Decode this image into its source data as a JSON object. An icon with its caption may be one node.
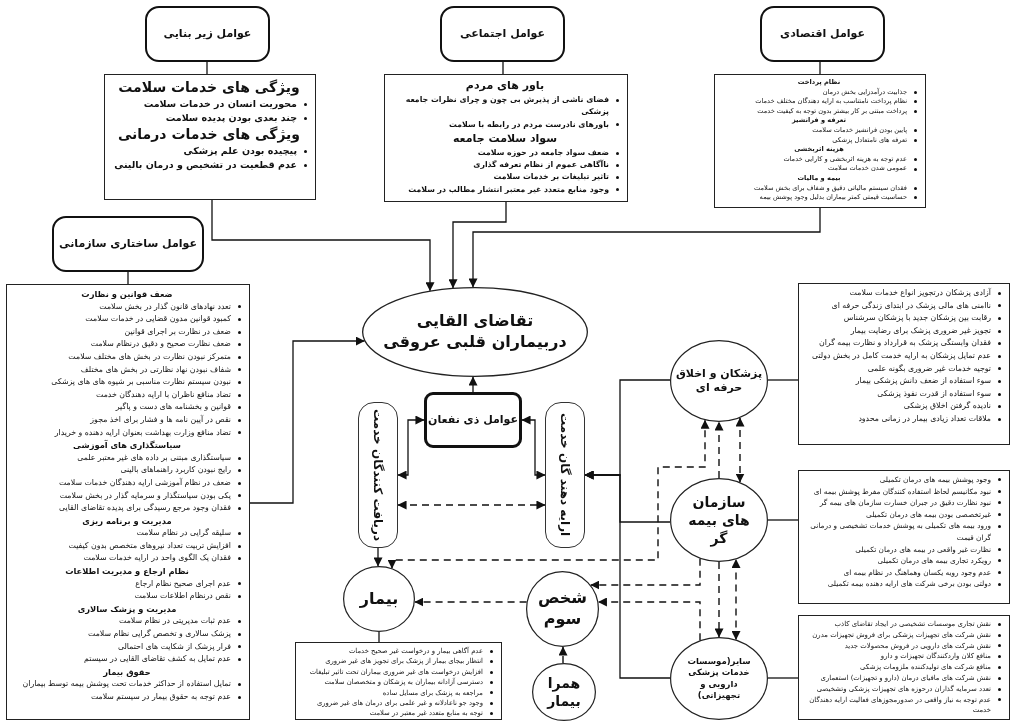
{
  "diagram": {
    "nodes": [
      {
        "text": [
          "عوامل زیر بنایی"
        ]
      },
      {
        "text": [
          "ویژگی های خدمات سلامت",
          "محوریت انسان در خدمات سلامت",
          "چند بعدی بودن پدیده سلامت",
          "ویژگی های خدمات درمانی",
          "پیچیده بودن علم پزشکی",
          "عدم قطعیت در تشخیص و درمان بالینی"
        ]
      },
      {
        "text": [
          "عوامل اجتماعی"
        ]
      },
      {
        "text": [
          "باور های مردم",
          "فضای ناشی از پذیرش بی چون و چرای نظرات جامعه پزشکی",
          "باورهای نادرست مردم در رابطه با سلامت",
          "سواد سلامت جامعه",
          "ضعف سواد جامعه در حوزه سلامت",
          "ناآگاهی عموم از نظام تعرفه گذاری",
          "تاثیر تبلیغات بر خدمات سلامت",
          "وجود منابع متعدد غیر معتبر انتشار مطالب در سلامت"
        ]
      },
      {
        "text": [
          "عوامل اقتصادی"
        ]
      },
      {
        "text": [
          "نظام پرداخت",
          "جذابیت درآمدزایی بخش درمان",
          "نظام پرداخت نامتناسب به ارایه دهندگان مختلف خدمات",
          "پرداخت مبتنی بر کار بیشتر بدون توجه به کیفیت خدمت",
          "تعرفه و فرانشیز",
          "پایین بودن فرانشیز خدمات سلامت",
          "تعرفه های نامتعادل پزشکی",
          "هزینه اثربخشی",
          "عدم توجه به هزینه اثربخشی و کارایی خدمات",
          "عمومی شدن خدمات سلامت",
          "بیمه و مالیات",
          "فقدان سیستم مالیاتی دقیق و شفاف برای بخش سلامت",
          "حساسیت قیمتی کمتر بیماران بدلیل وجود پوشش بیمه"
        ]
      },
      {
        "text": [
          "عوامل ساختاری سازمانی"
        ]
      },
      {
        "text": [
          "ضعف قوانین و نظارت",
          "تعدد نهادهای قانون گذار در بخش سلامت",
          "کمبود قوانین مدون قضایی در خدمات سلامت",
          "ضعف در نظارت بر اجرای قوانین",
          "ضعف نظارت صحیح و دقیق درنظام سلامت",
          "متمرکز نبودن نظارت در بخش های مختلف سلامت",
          "شفاف نبودن نهاد نظارتی در بخش های مختلف",
          "نبودن سیستم نظارت مناسبی بر شیوه های های پزشکی",
          "تضاد منافع ناظران با ارایه دهندگان خدمت",
          "قوانین و بخشنامه های دست و پاگیر",
          "نقص در آیین نامه ها و فشار برای اخذ مجوز",
          "تضاد منافع وزارت بهداشت بعنوان ارایه دهنده و خریدار",
          "سیاستگذاری های آموزشی",
          "سیاستگذاری مبتنی بر داده های غیر معتبر علمی",
          "رایج نبودن کاربرد راهنماهای بالینی",
          "ضعف در نظام آموزشی ارایه دهندگان خدمات سلامت",
          "یکی بودن سیاستگذار و سرمایه گذار در بخش سلامت",
          "فقدان وجود مرجع رسیدگی برای پدیده تقاضای القایی",
          "مدیریت و برنامه ریزی",
          "سلیقه گرایی در نظام سلامت",
          "افزایش تربیت تعداد نیروهای متخصص بدون کیفیت",
          "فقدان یک الگوی واحد در ارایه خدمات سلامت",
          "نظام ارجاع و مدیریت اطلاعات",
          "عدم اجرای صحیح نظام ارجاع",
          "نقص درنظام اطلاعات سلامت",
          "مدیریت و پزشک سالاری",
          "عدم ثبات مدیریتی در نظام سلامت",
          "پزشک سالاری و تخصص گرایی نظام سلامت",
          "فرار پزشک از شکایت های احتمالی",
          "عدم تمایل به کشف تقاضای القایی در سیستم",
          "حقوق بیمار",
          "تمایل استفاده از حداکثر خدمات تحت پوشش بیمه توسط بیماران",
          "عدم توجه به حقوق بیمار در سیستم سلامت"
        ]
      },
      {
        "text": [
          "تقاضای القایی دربیماران قلبی عروقی"
        ]
      },
      {
        "text": [
          "عوامل ذی نفعان"
        ]
      },
      {
        "text": [
          "دریافت کنندگان خدمت"
        ]
      },
      {
        "text": [
          "ارایه دهند گان خدمت"
        ]
      },
      {
        "text": [
          "پزشکان و اخلاق حرفه ای"
        ]
      },
      {
        "text": [
          "آزادی پزشکان درتجویز انواع خدمات سلامت",
          "ناامنی های مالی پزشک در ابتدای زندگی حرفه ای",
          "رقابت بین پزشکان جدید با پزشکان سرشناس",
          "تجویز غیر ضروری پزشک برای رضایت بیمار",
          "فقدان وابستگی پزشک به قرارداد و نظارت بیمه گران",
          "عدم تمایل پزشکان به ارایه خدمت کامل در بخش دولتی",
          "توجیه خدمات غیر ضروری بگونه علمی",
          "سوء استفاده از ضعف دانش پزشکی بیمار",
          "سوء استفاده از قدرت نفوذ پزشکی",
          "نادیده گرفتن اخلاق پزشکی",
          "ملاقات تعداد زیادی بیمار در زمانی محدود"
        ]
      },
      {
        "text": [
          "سازمان های بیمه گر"
        ]
      },
      {
        "text": [
          "وجود پوشش بیمه های درمان تکمیلی",
          "نبود مکانیسم لحاظ استفاده کنندگان مفرط پوشش بیمه ای",
          "نبود نظارت دقیق در جبران خسارت سازمان های بیمه گر",
          "غیرتخصصی بودن بیمه های درمان تکمیلی",
          "ورود بیمه های تکمیلی به پوشش خدمات تشخیصی و درمانی گران قیمت",
          "نظارت غیر واقعی در بیمه های درمان تکمیلی",
          "رویکرد تجاری بیمه های درمان تکمیلی",
          "عدم وجود رویه یکسان وهماهنگ در نظام بیمه ای",
          "دولتی بودن برخی شرکت های ارایه دهنده بیمه تکمیلی"
        ]
      },
      {
        "text": [
          "سایر(موسسات خدمات پزشکی دارویی و تجهیزاتی)"
        ]
      },
      {
        "text": [
          "نقش تجاری موسسات تشخیصی در ایجاد تقاضای کاذب",
          "نقش شرکت های تجهیزات پزشکی برای فروش تجهیزات مدرن",
          "نقش شرکت های دارویی در فروش محصولات جدید",
          "منافع کلان واردکنندگان تجهیزات و دارو",
          "منافع شرکت های تولیدکننده ملزومات پزشکی",
          "نقش شرکت های مافیای درمان (دارو و تجهیزات) استعماری",
          "تعدد سرمایه گذاران درحوزه های تجهیزات پزشکی وتشخیصی",
          "عدم توجه به نیاز واقعی در صدورمجوزهای فعالیت ارایه دهندگان خدمت"
        ]
      },
      {
        "text": [
          "بیمار"
        ]
      },
      {
        "text": [
          "عدم آگاهی بیمار و درخواست غیر صحیح خدمات",
          "انتظار بیجای بیمار از پزشک برای تجویز های غیر ضروری",
          "افزایش درخواست های غیر ضروری بیماران تحت تاثیر تبلیغات",
          "دسترسی آزادانه بیماران به پزشکان و متخصصان سلامت",
          "مراجعه به پزشک برای مسایل ساده",
          "وجود جو ناعادلانه و غیر علمی برای درمان های غیر ضروری",
          "توجه به منابع متعدد غیر معتبر در سلامت"
        ]
      },
      {
        "text": [
          "شخص سوم"
        ]
      },
      {
        "text": [
          "همرا بیمار"
        ]
      }
    ],
    "edges": [
      {
        "from": 0,
        "to": 1,
        "arrow": "none"
      },
      {
        "from": 1,
        "to": 8,
        "arrow": "to"
      },
      {
        "from": 2,
        "to": 3,
        "arrow": "none"
      },
      {
        "from": 3,
        "to": 8,
        "arrow": "to"
      },
      {
        "from": 4,
        "to": 5,
        "arrow": "none"
      },
      {
        "from": 5,
        "to": 8,
        "arrow": "to"
      },
      {
        "from": 6,
        "to": 7,
        "arrow": "none"
      },
      {
        "from": 7,
        "to": 8,
        "arrow": "to"
      },
      {
        "from": 9,
        "to": 8,
        "arrow": "to"
      },
      {
        "from": 9,
        "to": 10,
        "arrow": "both"
      },
      {
        "from": 9,
        "to": 11,
        "arrow": "both"
      },
      {
        "from": 10,
        "to": 11,
        "arrow": "both",
        "style": "dashed"
      },
      {
        "from": 12,
        "to": 11,
        "arrow": "to"
      },
      {
        "from": 14,
        "to": 11,
        "arrow": "to"
      },
      {
        "from": 16,
        "to": 11,
        "arrow": "to"
      },
      {
        "from": 13,
        "to": 12,
        "arrow": "none"
      },
      {
        "from": 15,
        "to": 14,
        "arrow": "none"
      },
      {
        "from": 17,
        "to": 16,
        "arrow": "none"
      },
      {
        "from": 18,
        "to": 12,
        "arrow": "both",
        "style": "dashed"
      },
      {
        "from": 14,
        "to": 12,
        "arrow": "to",
        "style": "dashed"
      },
      {
        "from": 12,
        "to": 14,
        "arrow": "both",
        "style": "dashed"
      },
      {
        "from": 14,
        "to": 20,
        "arrow": "to",
        "style": "dashed"
      },
      {
        "from": 16,
        "to": 20,
        "arrow": "to",
        "style": "dashed"
      },
      {
        "from": 14,
        "to": 16,
        "arrow": "to",
        "style": "dashed"
      },
      {
        "from": 16,
        "to": 14,
        "arrow": "both",
        "style": "dashed"
      },
      {
        "from": 20,
        "to": 18,
        "arrow": "to",
        "style": "dashed"
      },
      {
        "from": 21,
        "to": 20,
        "arrow": "to",
        "style": "dashed"
      },
      {
        "from": 10,
        "to": 18,
        "arrow": "to"
      },
      {
        "from": 18,
        "to": 19,
        "arrow": "none"
      }
    ]
  }
}
